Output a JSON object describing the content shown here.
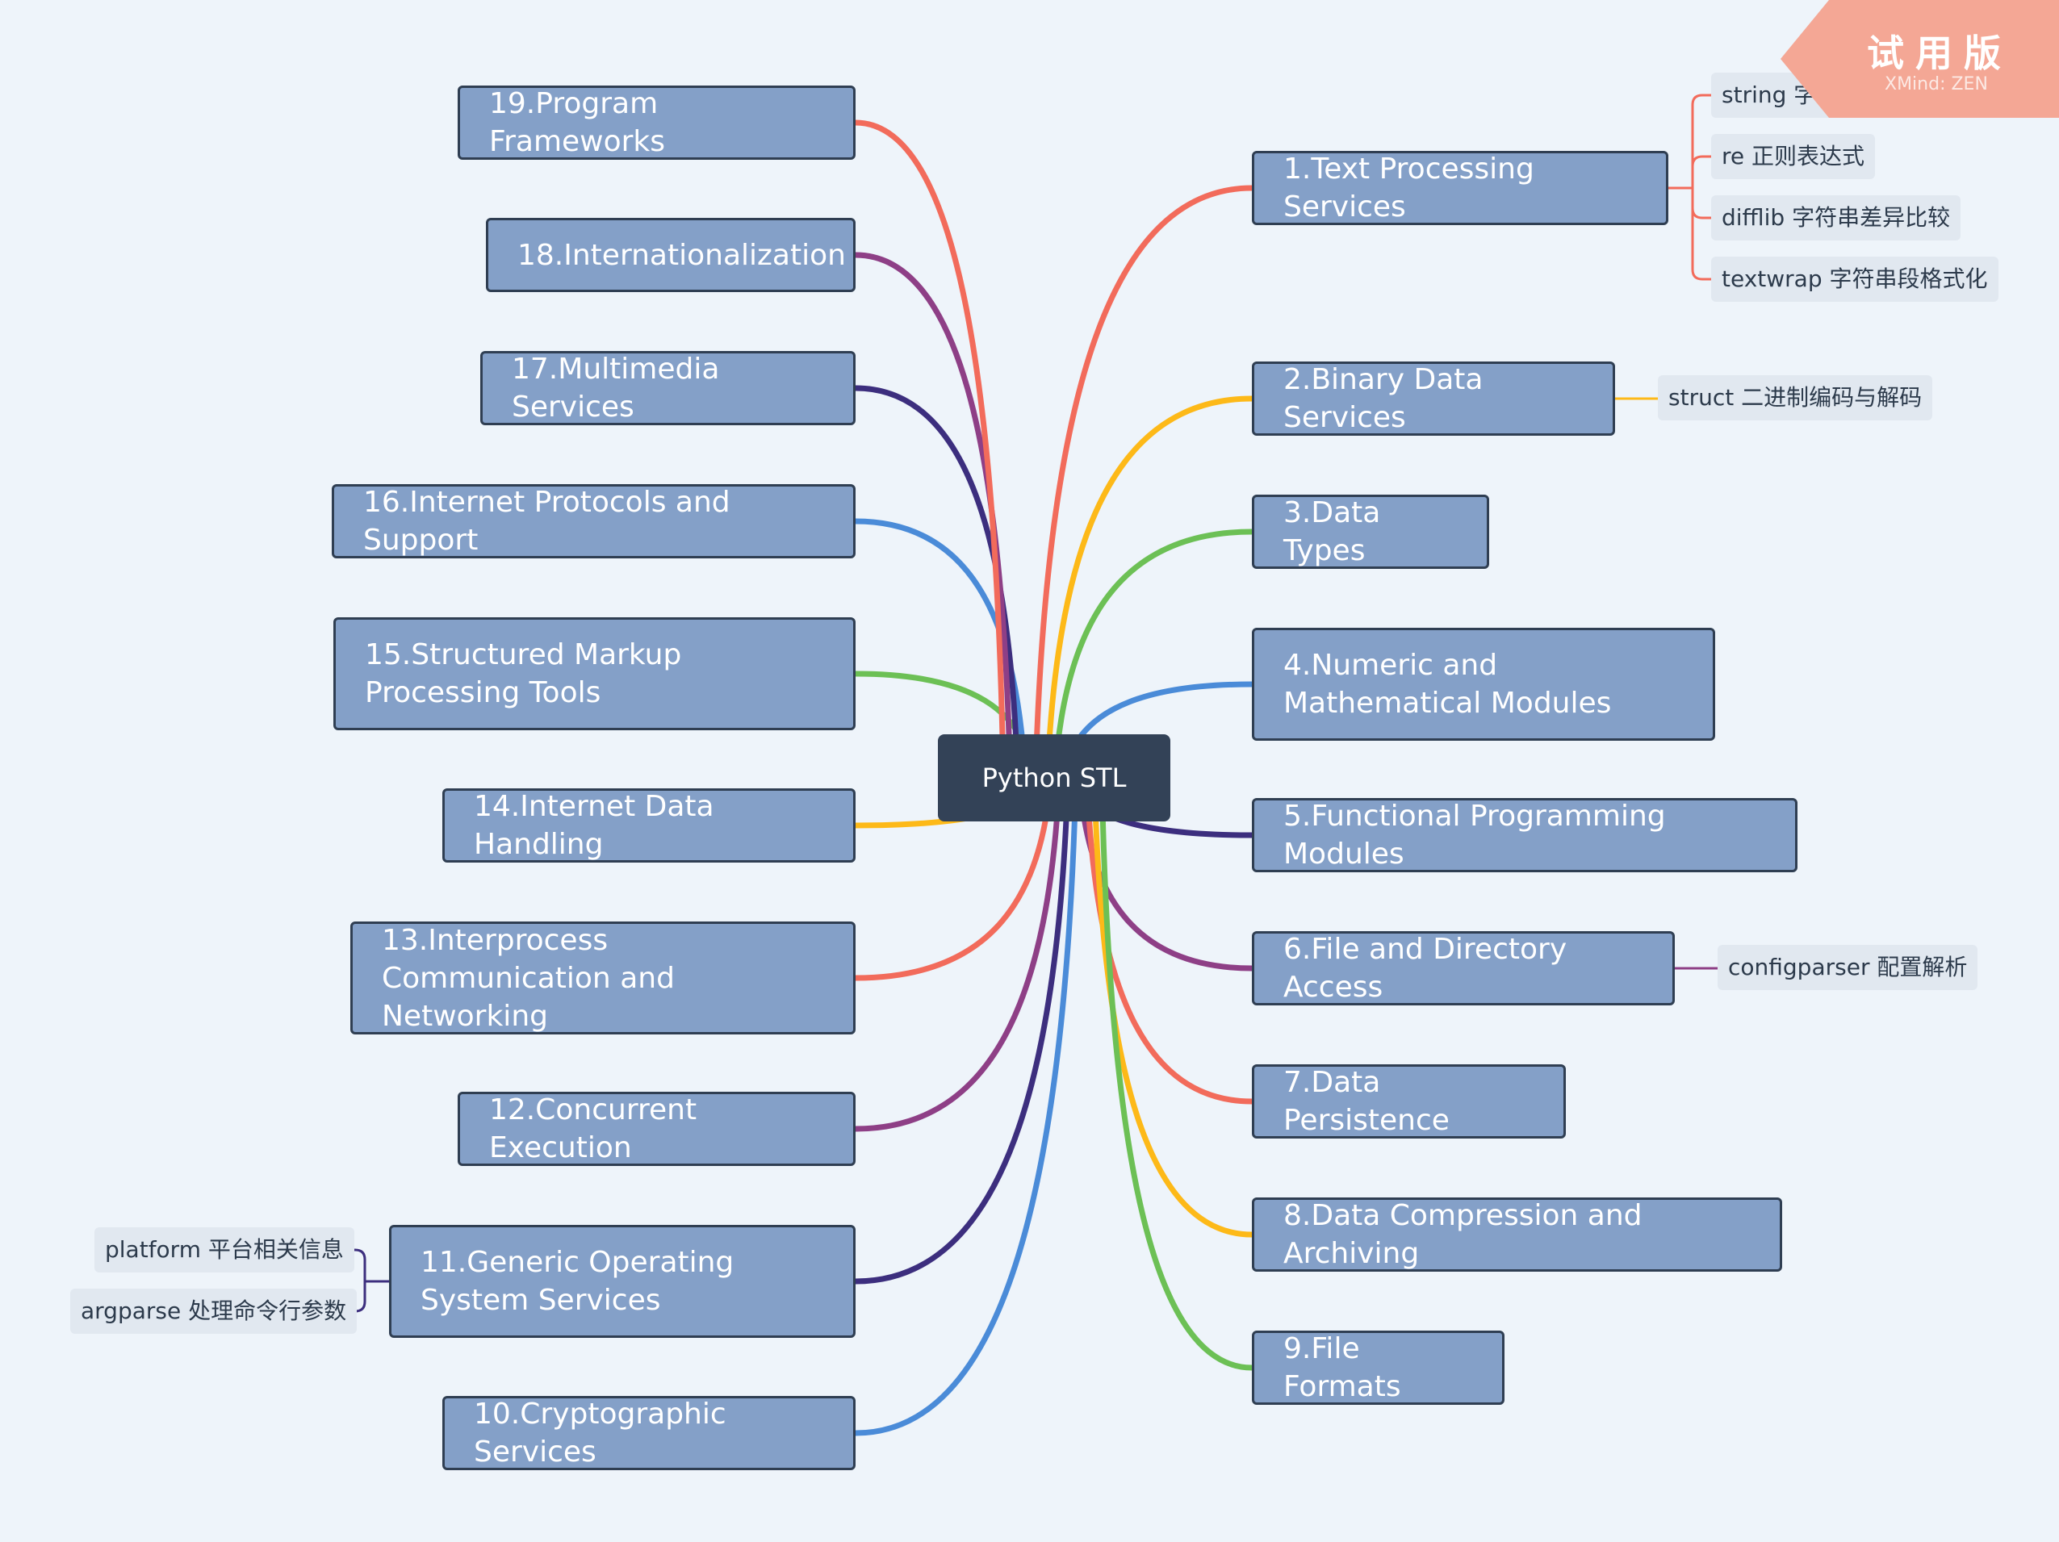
{
  "root": {
    "label": "Python STL"
  },
  "topics": [
    {
      "id": "t1",
      "label": "1.Text Processing Services",
      "color": "#F26B5B"
    },
    {
      "id": "t2",
      "label": "2.Binary Data Services",
      "color": "#FDB918"
    },
    {
      "id": "t3",
      "label": "3.Data Types",
      "color": "#6CC055"
    },
    {
      "id": "t4",
      "label": "4.Numeric and Mathematical Modules",
      "color": "#4A8BD8"
    },
    {
      "id": "t5",
      "label": "5.Functional Programming Modules",
      "color": "#3C2E7E"
    },
    {
      "id": "t6",
      "label": "6.File and Directory Access",
      "color": "#8E3F86"
    },
    {
      "id": "t7",
      "label": "7.Data Persistence",
      "color": "#F26B5B"
    },
    {
      "id": "t8",
      "label": "8.Data Compression and Archiving",
      "color": "#FDB918"
    },
    {
      "id": "t9",
      "label": "9.File Formats",
      "color": "#6CC055"
    },
    {
      "id": "t10",
      "label": "10.Cryptographic Services",
      "color": "#4A8BD8"
    },
    {
      "id": "t11",
      "label": "11.Generic Operating System Services",
      "color": "#3C2E7E"
    },
    {
      "id": "t12",
      "label": "12.Concurrent Execution",
      "color": "#8E3F86"
    },
    {
      "id": "t13",
      "label": "13.Interprocess Communication and Networking",
      "color": "#F26B5B"
    },
    {
      "id": "t14",
      "label": "14.Internet Data Handling",
      "color": "#FDB918"
    },
    {
      "id": "t15",
      "label": "15.Structured Markup Processing Tools",
      "color": "#6CC055"
    },
    {
      "id": "t16",
      "label": "16.Internet Protocols and Support",
      "color": "#4A8BD8"
    },
    {
      "id": "t17",
      "label": "17.Multimedia Services",
      "color": "#3C2E7E"
    },
    {
      "id": "t18",
      "label": "18.Internationalization",
      "color": "#8E3F86"
    },
    {
      "id": "t19",
      "label": "19.Program Frameworks",
      "color": "#F26B5B"
    }
  ],
  "subtopics": [
    {
      "parent": "t1",
      "label": "string 字符串常量和模板"
    },
    {
      "parent": "t1",
      "label": "re 正则表达式"
    },
    {
      "parent": "t1",
      "label": "difflib 字符串差异比较"
    },
    {
      "parent": "t1",
      "label": "textwrap 字符串段格式化"
    },
    {
      "parent": "t2",
      "label": "struct 二进制编码与解码"
    },
    {
      "parent": "t6",
      "label": "configparser 配置解析"
    },
    {
      "parent": "t11",
      "label": "platform 平台相关信息"
    },
    {
      "parent": "t11",
      "label": "argparse 处理命令行参数"
    }
  ],
  "watermark": {
    "main": "试用版",
    "sub": "XMind: ZEN"
  }
}
